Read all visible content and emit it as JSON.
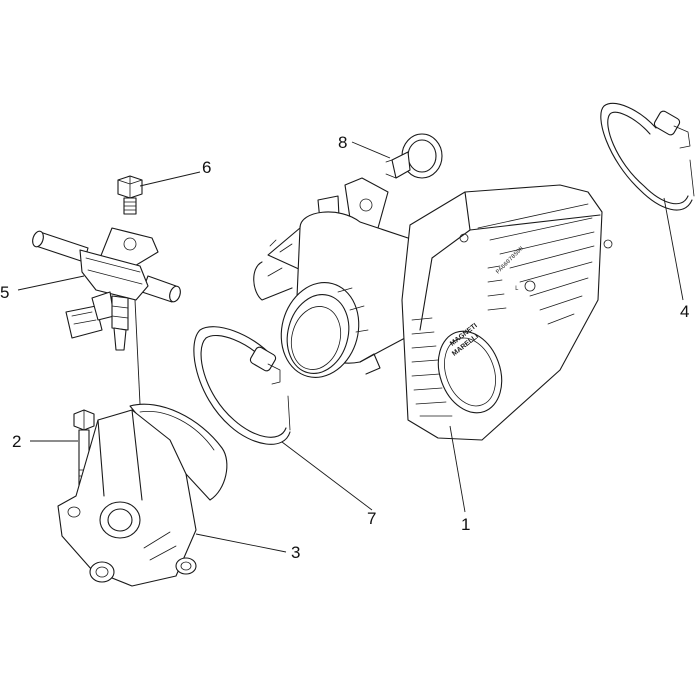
{
  "callouts": {
    "c1": "1",
    "c2": "2",
    "c3": "3",
    "c4": "4",
    "c5": "5",
    "c6": "6",
    "c7": "7",
    "c8": "8"
  },
  "body_markings": {
    "brand_line1": "MAGNETI",
    "brand_line2": "MARELLI",
    "serial": "PA6607850N",
    "small_mark": "L"
  },
  "colors": {
    "line": "#1a1a1a",
    "background": "#ffffff"
  }
}
